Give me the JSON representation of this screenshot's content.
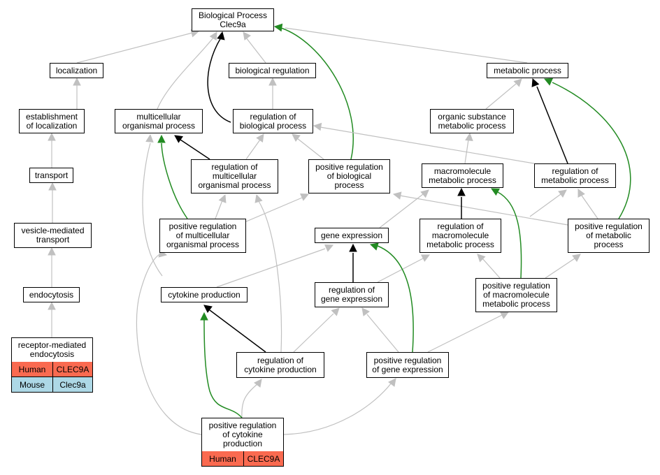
{
  "colors": {
    "gray": "#c0c0c0",
    "black": "#000000",
    "green": "#228b22",
    "human": "#fa6a50",
    "mouse": "#add8e6"
  },
  "nodes": {
    "bp": "Biological Process\nClec9a",
    "localization": "localization",
    "biological_regulation": "biological regulation",
    "metabolic_process": "metabolic process",
    "establishment_of_localization": "establishment\nof localization",
    "multicellular_organismal_process": "multicellular\norganismal process",
    "regulation_of_biological_process": "regulation of\nbiological process",
    "organic_substance_metabolic_process": "organic substance\nmetabolic process",
    "transport": "transport",
    "regulation_of_multicellular_organismal_process": "regulation of\nmulticellular\norganismal process",
    "positive_regulation_of_biological_process": "positive regulation\nof biological\nprocess",
    "macromolecule_metabolic_process": "macromolecule\nmetabolic process",
    "regulation_of_metabolic_process": "regulation of\nmetabolic process",
    "vesicle_mediated_transport": "vesicle-mediated\ntransport",
    "positive_regulation_of_multicellular_organismal_process": "positive regulation\nof multicellular\norganismal process",
    "gene_expression": "gene expression",
    "regulation_of_macromolecule_metabolic_process": "regulation of\nmacromolecule\nmetabolic process",
    "positive_regulation_of_metabolic_process": "positive regulation\nof metabolic\nprocess",
    "endocytosis": "endocytosis",
    "cytokine_production": "cytokine production",
    "regulation_of_gene_expression": "regulation of\ngene expression",
    "positive_regulation_of_macromolecule_metabolic_process": "positive regulation\nof macromolecule\nmetabolic process",
    "receptor_mediated_endocytosis": "receptor-mediated\nendocytosis",
    "regulation_of_cytokine_production": "regulation of\ncytokine production",
    "positive_regulation_of_gene_expression": "positive regulation\nof gene expression",
    "positive_regulation_of_cytokine_production": "positive regulation\nof cytokine\nproduction"
  },
  "tables": {
    "receptor_mediated_endocytosis": [
      {
        "species": "Human",
        "gene": "CLEC9A",
        "color": "#fa6a50"
      },
      {
        "species": "Mouse",
        "gene": "Clec9a",
        "color": "#add8e6"
      }
    ],
    "positive_regulation_of_cytokine_production": [
      {
        "species": "Human",
        "gene": "CLEC9A",
        "color": "#fa6a50"
      }
    ]
  }
}
